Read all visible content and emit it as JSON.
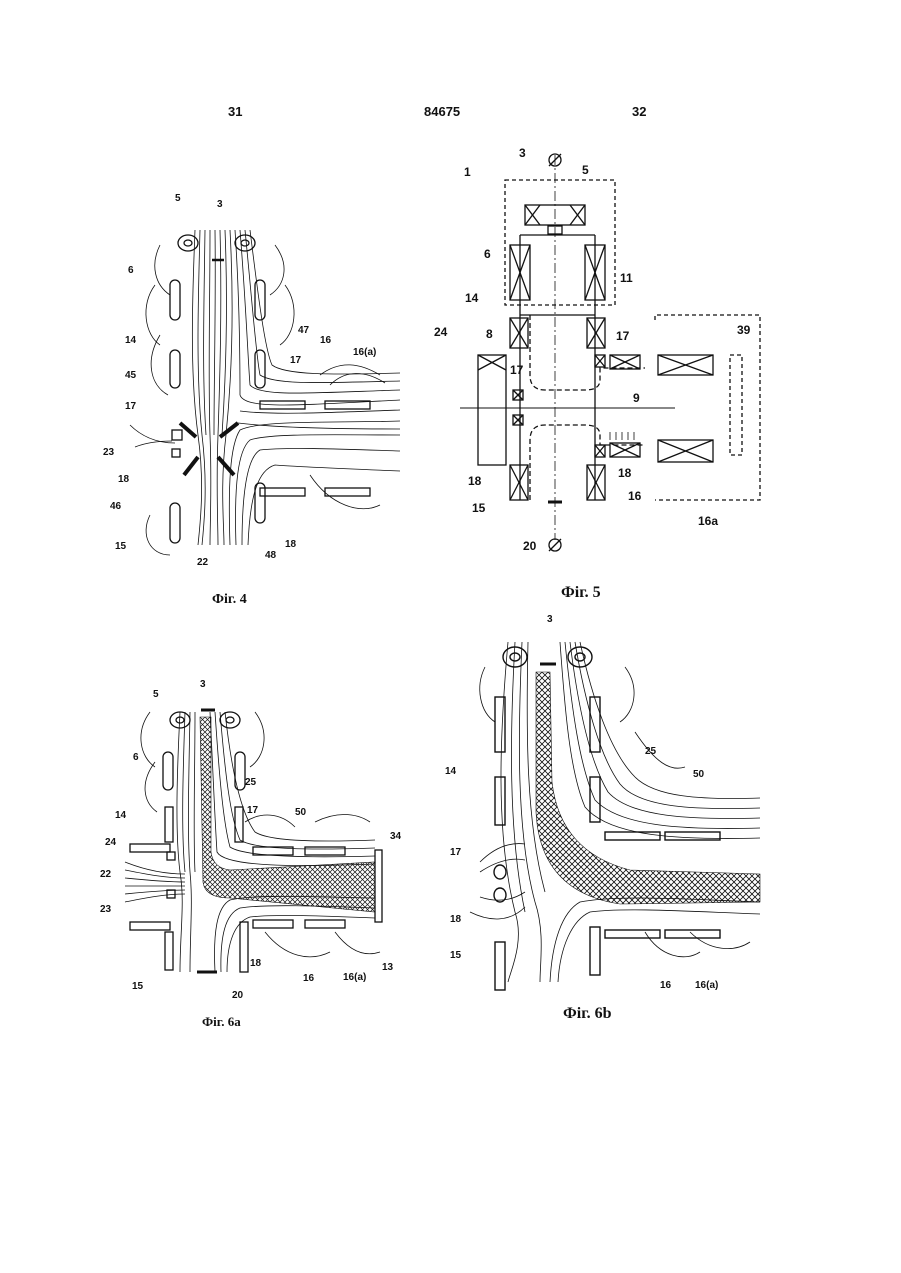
{
  "header": {
    "page_left": "31",
    "doc_number": "84675",
    "page_right": "32"
  },
  "fig4": {
    "caption": "Фіг. 4",
    "labels": {
      "l5": "5",
      "l3": "3",
      "l6": "6",
      "l47": "47",
      "l14": "14",
      "l17a": "17",
      "l16": "16",
      "l16a": "16(a)",
      "l45": "45",
      "l17b": "17",
      "l23": "23",
      "l18a": "18",
      "l46": "46",
      "l15": "15",
      "l22": "22",
      "l48": "48",
      "l18b": "18"
    }
  },
  "fig5": {
    "caption": "Фіг. 5",
    "labels": {
      "l3": "3",
      "l5": "5",
      "l1": "1",
      "l6": "6",
      "l11": "11",
      "l14": "14",
      "l8": "8",
      "l39": "39",
      "l24": "24",
      "l17a": "17",
      "l17b": "17",
      "l9": "9",
      "l18a": "18",
      "l18b": "18",
      "l16": "16",
      "l15": "15",
      "l16a": "16a",
      "l20": "20"
    }
  },
  "fig6a": {
    "caption": "Фіг. 6a",
    "labels": {
      "l5": "5",
      "l3": "3",
      "l6": "6",
      "l25": "25",
      "l14": "14",
      "l17": "17",
      "l50": "50",
      "l24": "24",
      "l34": "34",
      "l22": "22",
      "l23": "23",
      "l15": "15",
      "l20": "20",
      "l18": "18",
      "l16": "16",
      "l16a": "16(a)",
      "l13": "13"
    }
  },
  "fig6b": {
    "caption": "Фіг. 6b",
    "labels": {
      "l3": "3",
      "l25": "25",
      "l50": "50",
      "l14": "14",
      "l17": "17",
      "l18": "18",
      "l15": "15",
      "l16": "16",
      "l16a": "16(a)"
    }
  }
}
